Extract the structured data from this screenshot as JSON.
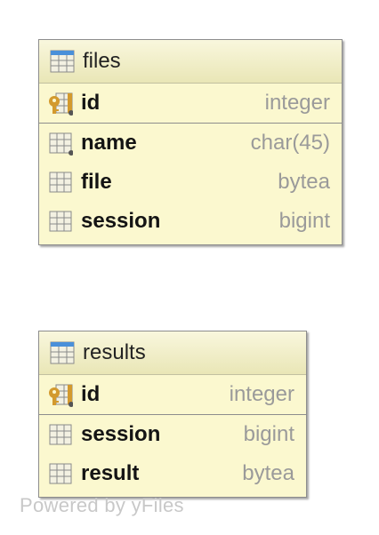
{
  "tables": [
    {
      "name": "files",
      "key_columns": [
        {
          "name": "id",
          "type": "integer",
          "icon": "primary-key-column-icon"
        }
      ],
      "columns": [
        {
          "name": "name",
          "type": "char(45)",
          "icon": "column-icon"
        },
        {
          "name": "file",
          "type": "bytea",
          "icon": "column-icon"
        },
        {
          "name": "session",
          "type": "bigint",
          "icon": "column-icon"
        }
      ]
    },
    {
      "name": "results",
      "key_columns": [
        {
          "name": "id",
          "type": "integer",
          "icon": "primary-key-column-icon"
        }
      ],
      "columns": [
        {
          "name": "session",
          "type": "bigint",
          "icon": "column-icon"
        },
        {
          "name": "result",
          "type": "bytea",
          "icon": "column-icon"
        }
      ]
    }
  ],
  "watermark": "Powered by yFiles",
  "colors": {
    "entity_fill": "#fbf8cf",
    "entity_border": "#8d8d8d",
    "type_text": "#9a9a9a",
    "key_icon": "#d39a2e",
    "table_icon_header": "#4a90d9"
  }
}
